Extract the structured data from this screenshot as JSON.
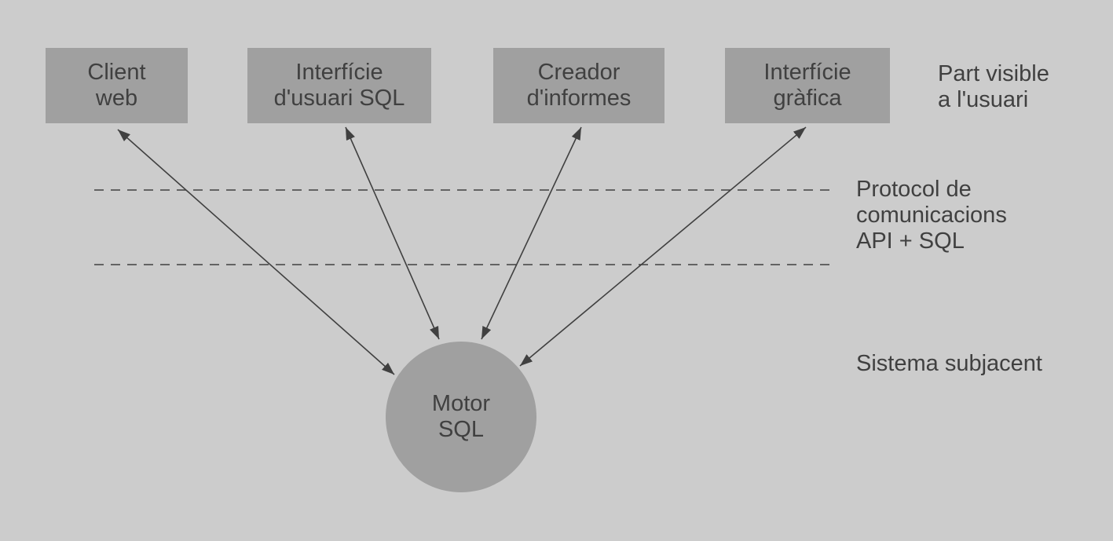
{
  "clients": [
    {
      "label": "Client\nweb"
    },
    {
      "label": "Interfície\nd'usuari SQL"
    },
    {
      "label": "Creador\nd'informes"
    },
    {
      "label": "Interfície\ngràfica"
    }
  ],
  "engine": {
    "label": "Motor\nSQL"
  },
  "layers": {
    "visible": "Part visible\na l'usuari",
    "protocol": "Protocol de\ncomunicacions\nAPI + SQL",
    "underlying": "Sistema subjacent"
  },
  "colors": {
    "background": "#cccccc",
    "node": "#a0a0a0",
    "text": "#404040"
  }
}
